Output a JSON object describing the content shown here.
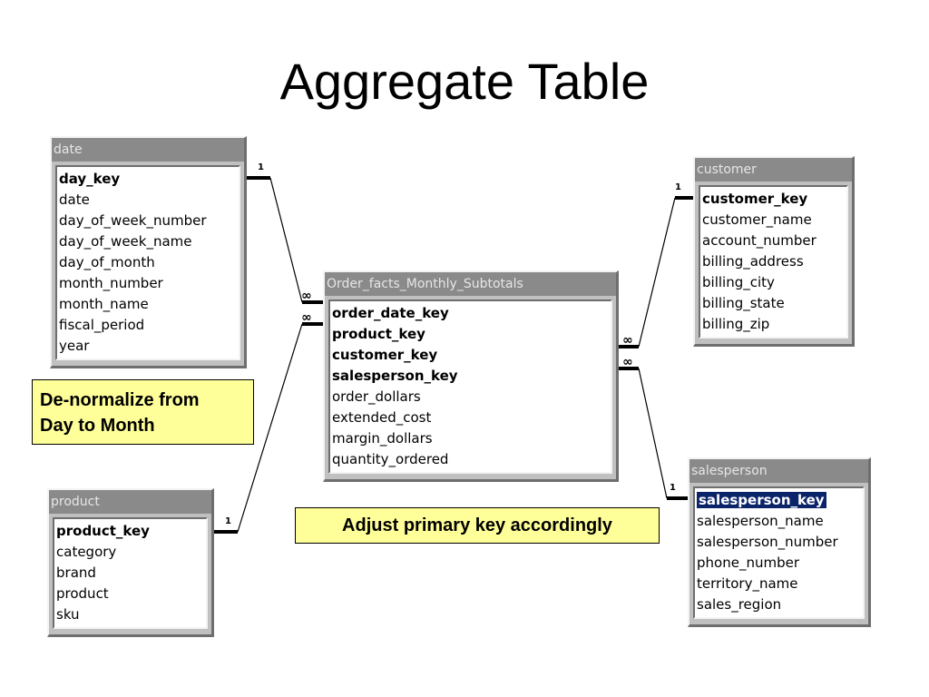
{
  "title": "Aggregate Table",
  "tables": {
    "date": {
      "name": "date",
      "fields": [
        {
          "label": "day_key",
          "key": true
        },
        {
          "label": "date"
        },
        {
          "label": "day_of_week_number"
        },
        {
          "label": "day_of_week_name"
        },
        {
          "label": "day_of_month"
        },
        {
          "label": "month_number"
        },
        {
          "label": "month_name"
        },
        {
          "label": "fiscal_period"
        },
        {
          "label": "year"
        }
      ]
    },
    "product": {
      "name": "product",
      "fields": [
        {
          "label": "product_key",
          "key": true
        },
        {
          "label": "category"
        },
        {
          "label": "brand"
        },
        {
          "label": "product"
        },
        {
          "label": "sku"
        }
      ]
    },
    "order_facts": {
      "name": "Order_facts_Monthly_Subtotals",
      "fields": [
        {
          "label": "order_date_key",
          "key": true
        },
        {
          "label": "product_key",
          "key": true
        },
        {
          "label": "customer_key",
          "key": true
        },
        {
          "label": "salesperson_key",
          "key": true
        },
        {
          "label": "order_dollars"
        },
        {
          "label": "extended_cost"
        },
        {
          "label": "margin_dollars"
        },
        {
          "label": "quantity_ordered"
        }
      ]
    },
    "customer": {
      "name": "customer",
      "fields": [
        {
          "label": "customer_key",
          "key": true
        },
        {
          "label": "customer_name"
        },
        {
          "label": "account_number"
        },
        {
          "label": "billing_address"
        },
        {
          "label": "billing_city"
        },
        {
          "label": "billing_state"
        },
        {
          "label": "billing_zip"
        }
      ]
    },
    "salesperson": {
      "name": "salesperson",
      "fields": [
        {
          "label": "salesperson_key",
          "key": true,
          "selected": true
        },
        {
          "label": "salesperson_name"
        },
        {
          "label": "salesperson_number"
        },
        {
          "label": "phone_number"
        },
        {
          "label": "territory_name"
        },
        {
          "label": "sales_region"
        }
      ]
    }
  },
  "notes": {
    "denormalize": {
      "line1": "De-normalize from",
      "line2": "Day to Month"
    },
    "adjust": "Adjust primary key accordingly"
  },
  "cardinality": {
    "one": "1",
    "many": "∞"
  }
}
